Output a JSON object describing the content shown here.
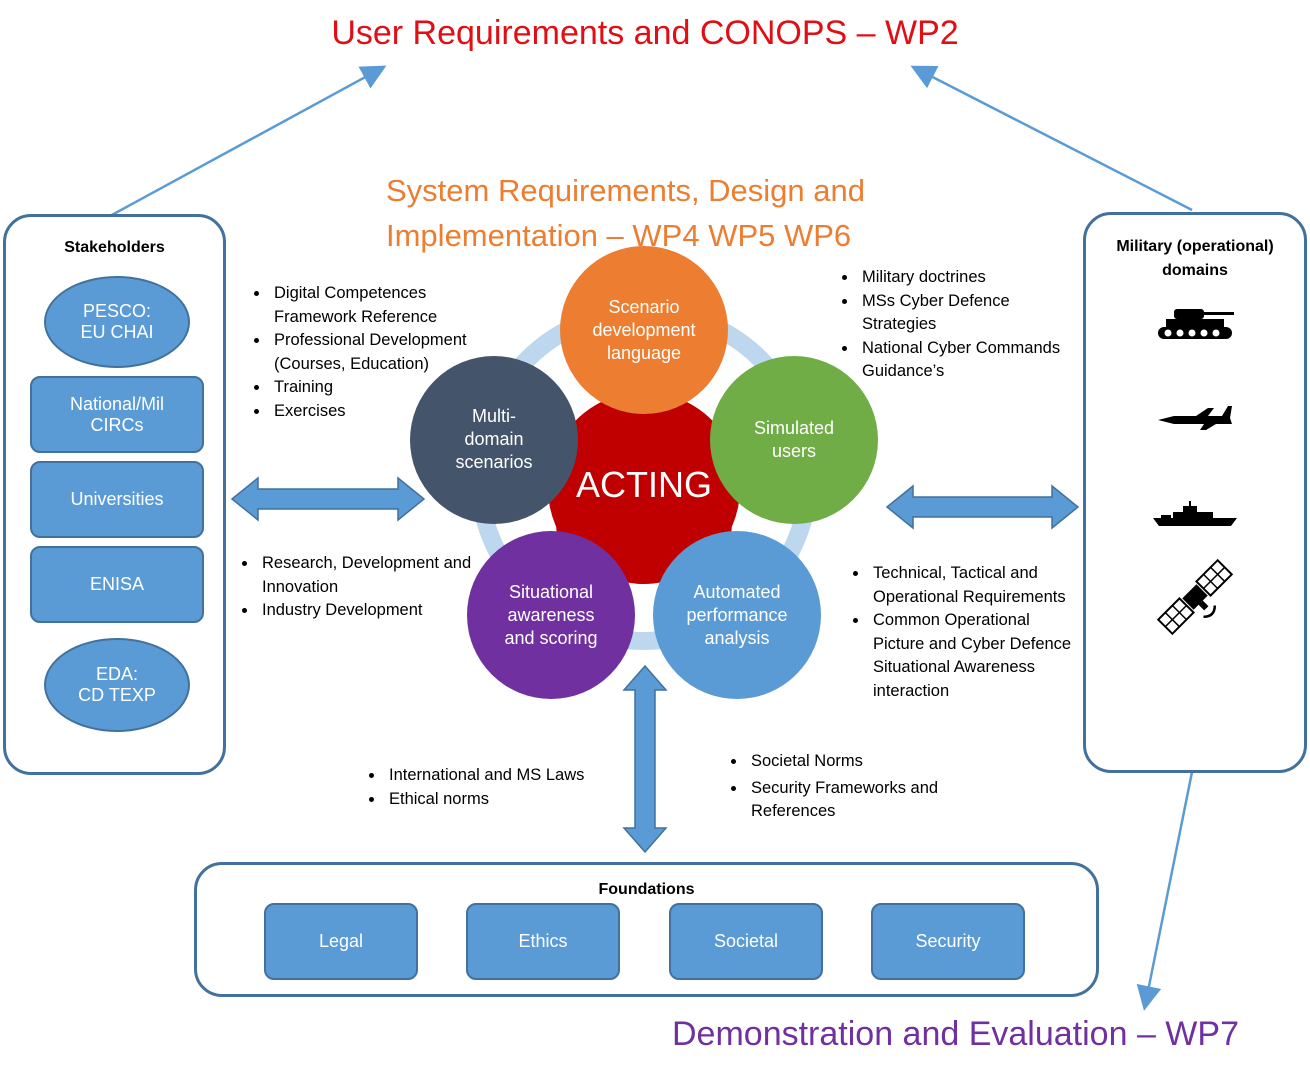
{
  "titles": {
    "wp2": "User Requirements and CONOPS – WP2",
    "wp456_line1": "System Requirements, Design and",
    "wp456_line2": "Implementation – WP4 WP5 WP6",
    "wp7": "Demonstration and Evaluation – WP7"
  },
  "stakeholders": {
    "heading": "Stakeholders",
    "items": [
      {
        "line1": "PESCO:",
        "line2": "EU CHAI"
      },
      {
        "line1": "National/Mil",
        "line2": "CIRCs"
      },
      {
        "line1": "Universities",
        "line2": ""
      },
      {
        "line1": "ENISA",
        "line2": ""
      },
      {
        "line1": "EDA:",
        "line2": "CD TEXP"
      }
    ]
  },
  "military": {
    "heading_line1": "Military (operational)",
    "heading_line2": "domains",
    "icons": [
      "tank-icon",
      "fighter-jet-icon",
      "warship-icon",
      "satellite-icon"
    ]
  },
  "center": {
    "core_label": "ACTING",
    "nodes": {
      "top": {
        "line1": "Scenario",
        "line2": "development",
        "line3": "language",
        "color": "#ed7d31"
      },
      "right": {
        "line1": "Simulated",
        "line2": "users",
        "color": "#70ad47"
      },
      "bottom_right": {
        "line1": "Automated",
        "line2": "performance",
        "line3": "analysis",
        "color": "#5b9bd5"
      },
      "bottom_left": {
        "line1": "Situational",
        "line2": "awareness",
        "line3": "and scoring",
        "color": "#7030a0"
      },
      "left": {
        "line1": "Multi-",
        "line2": "domain",
        "line3": "scenarios",
        "color": "#44546a"
      }
    },
    "core_color": "#c00000",
    "ring_color": "#bdd7ee"
  },
  "bullets": {
    "top_left": [
      "Digital Competences",
      "Framework Reference",
      "Professional Development",
      "(Courses, Education)",
      "Training",
      "Exercises"
    ],
    "top_right": [
      "Military doctrines",
      "MSs Cyber Defence",
      "Strategies",
      "National Cyber Commands",
      "Guidance’s"
    ],
    "mid_left": [
      "Research, Development and",
      "Innovation",
      "Industry Development"
    ],
    "mid_right": [
      "Technical, Tactical and",
      "Operational Requirements",
      "Common Operational",
      "Picture and Cyber Defence",
      "Situational Awareness",
      "interaction"
    ],
    "bottom_left": [
      "International and MS Laws",
      "Ethical norms"
    ],
    "bottom_right": [
      "Societal Norms",
      "Security Frameworks and",
      "References"
    ]
  },
  "foundations": {
    "heading": "Foundations",
    "items": [
      "Legal",
      "Ethics",
      "Societal",
      "Security"
    ]
  },
  "colors": {
    "accent_blue": "#5b9bd5",
    "border_blue": "#41719c",
    "red_title": "#e00e15",
    "orange_title": "#ed7d31",
    "purple_title": "#7030a0"
  }
}
